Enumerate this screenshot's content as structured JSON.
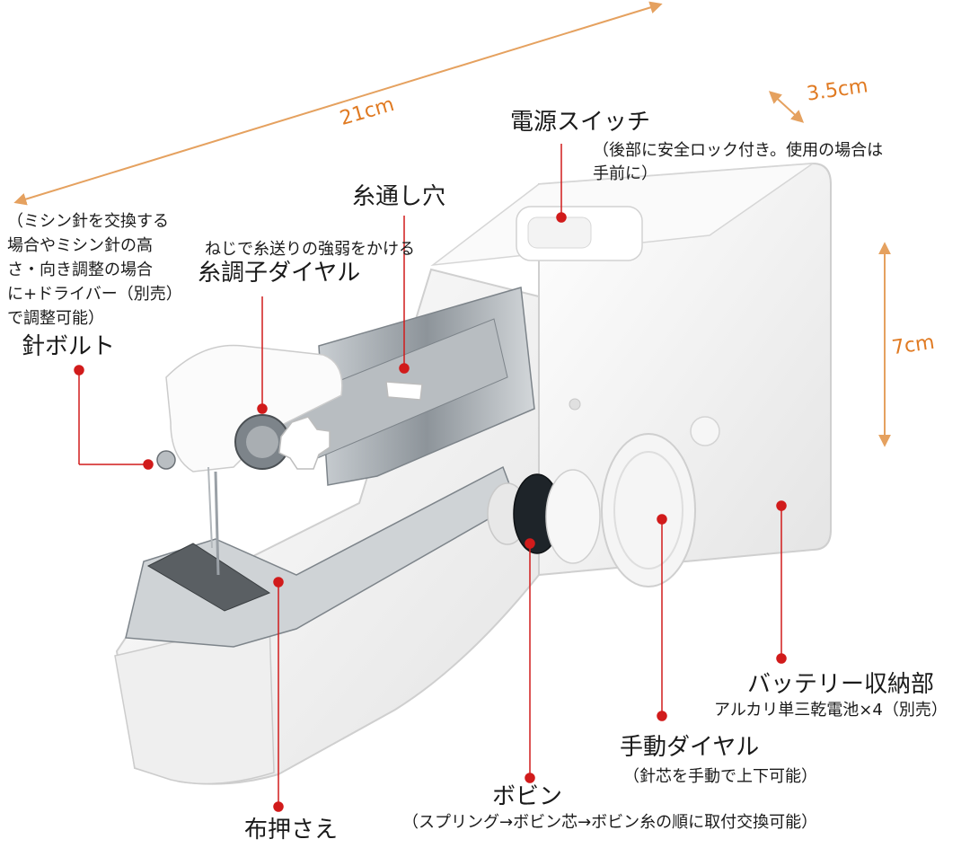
{
  "dimensions": {
    "length": "21cm",
    "depth": "3.5cm",
    "height": "7cm"
  },
  "labels": {
    "power_switch": {
      "title": "電源スイッチ",
      "note_line1": "（後部に安全ロック付き。使用の場合は",
      "note_line2": "手前に）"
    },
    "thread_hole": {
      "title": "糸通し穴"
    },
    "tension_dial": {
      "title": "糸調子ダイヤル",
      "note": "ねじで糸送りの強弱をかける"
    },
    "needle_bolt": {
      "title": "針ボルト",
      "note_line1": "（ミシン針を交換する",
      "note_line2": "場合やミシン針の高",
      "note_line3": "さ・向き調整の場合",
      "note_line4": "に+ドライバー（別売）",
      "note_line5": "で調整可能）"
    },
    "battery": {
      "title": "バッテリー収納部",
      "note": "アルカリ単三乾電池×4（別売）"
    },
    "hand_dial": {
      "title": "手動ダイヤル",
      "note": "（針芯を手動で上下可能）"
    },
    "bobbin": {
      "title": "ボビン",
      "note": "（スプリング→ボビン芯→ボビン糸の順に取付交換可能）"
    },
    "presser_foot": {
      "title": "布押さえ"
    }
  },
  "colors": {
    "dimension_line": "#e5a15f",
    "dimension_text": "#e07a22",
    "leader_line": "#d11b1b",
    "body_white": "#f4f4f4",
    "metal": "#9aa0a6"
  }
}
